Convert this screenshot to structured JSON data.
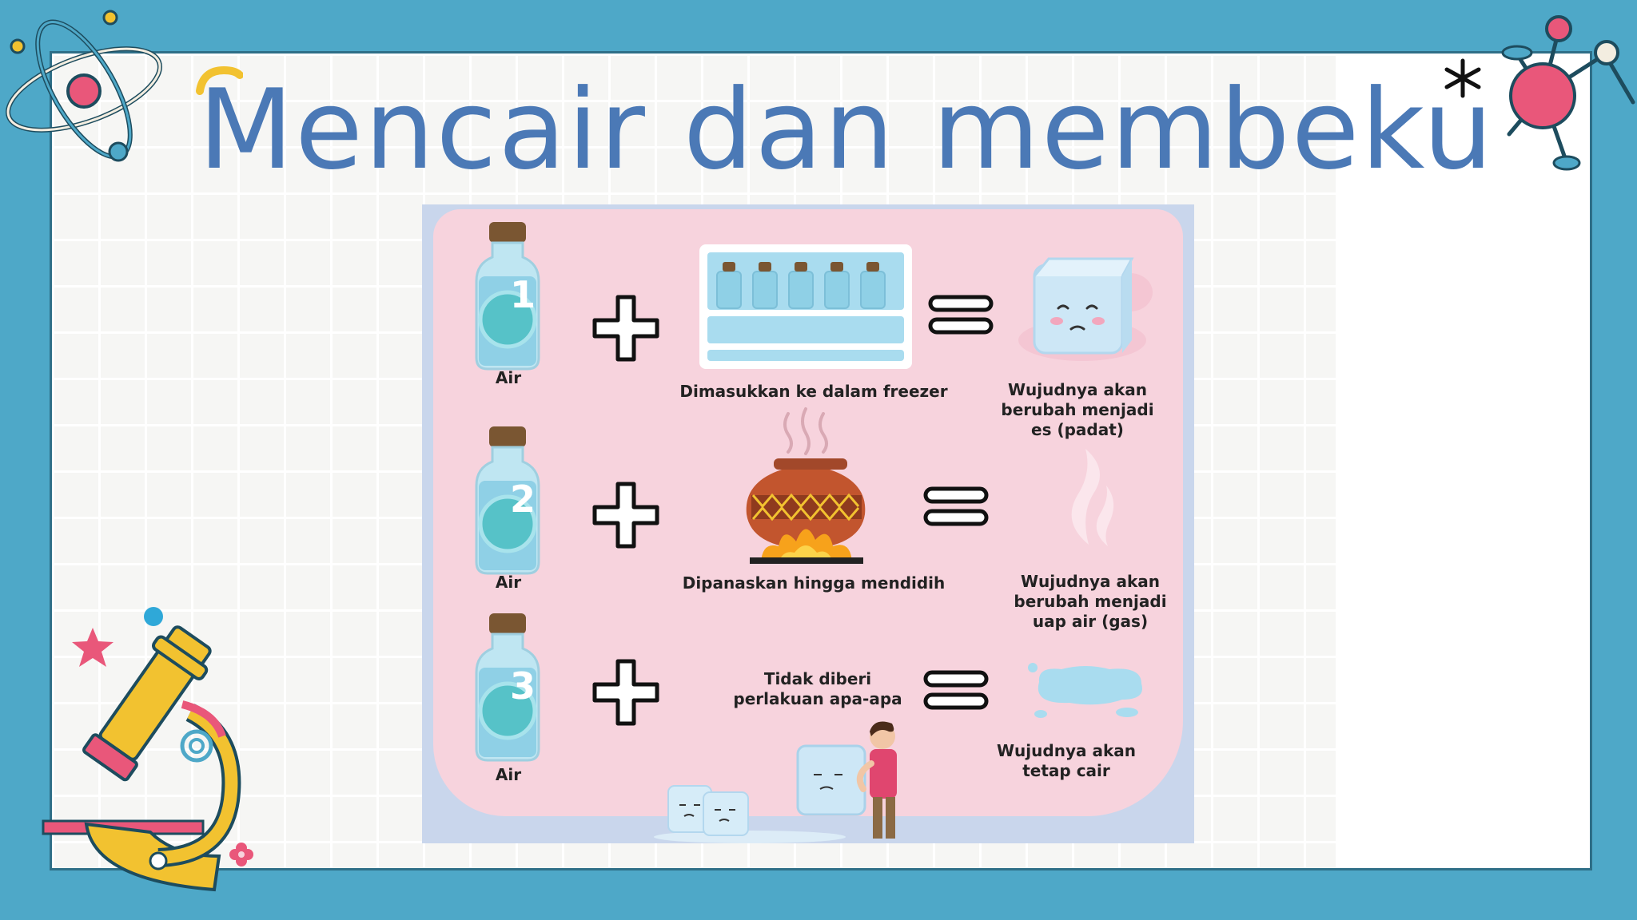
{
  "slide": {
    "title": "Mencair dan membeku",
    "colors": {
      "frame": "#4ea8c8",
      "title": "#4b79b6",
      "panel_pink": "#f7d3dd",
      "water": "#8fd0e6"
    }
  },
  "infographic": {
    "rows": [
      {
        "number": "1",
        "item_label": "Air",
        "action_label": "Dimasukkan ke dalam freezer",
        "result_lines": [
          "Wujudnya akan",
          "berubah menjadi",
          "es (padat)"
        ]
      },
      {
        "number": "2",
        "item_label": "Air",
        "action_label": "Dipanaskan hingga mendidih",
        "result_lines": [
          "Wujudnya akan",
          "berubah menjadi",
          "uap air (gas)"
        ]
      },
      {
        "number": "3",
        "item_label": "Air",
        "action_lines": [
          "Tidak diberi",
          "perlakuan apa-apa"
        ],
        "result_lines": [
          "Wujudnya akan",
          "tetap cair"
        ]
      }
    ],
    "icons": {
      "bottle": "water-bottle-icon",
      "plus": "plus-icon",
      "equals": "equals-icon",
      "freezer": "freezer-icon",
      "pot": "clay-pot-on-fire-icon",
      "ice": "ice-cube-icon",
      "steam": "steam-icon",
      "puddle": "water-puddle-icon"
    }
  },
  "decorations": [
    "atom-icon",
    "molecule-icon",
    "asterisk-icon",
    "microscope-icon",
    "star-icon",
    "flower-icon"
  ]
}
